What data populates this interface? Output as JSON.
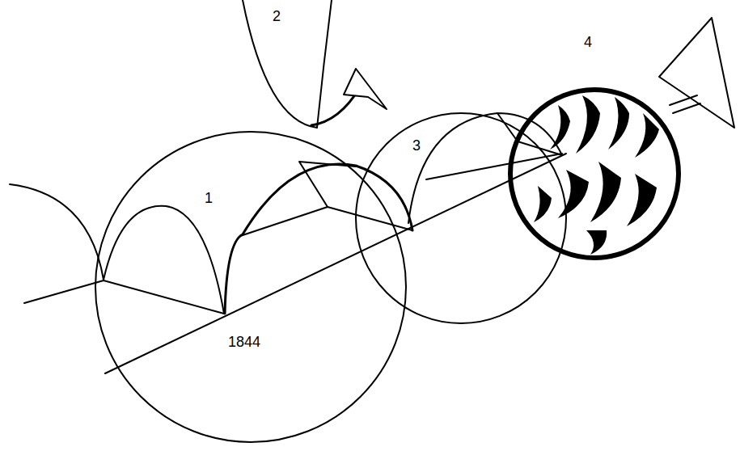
{
  "diagram": {
    "labels": [
      "1",
      "2",
      "3",
      "4",
      "1844"
    ]
  }
}
